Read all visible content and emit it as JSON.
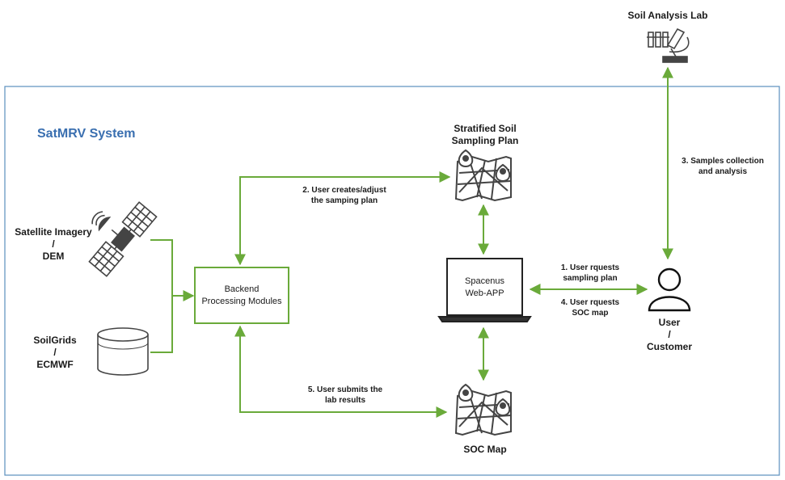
{
  "system": {
    "title": "SatMRV System",
    "title_color": "#3a6fb0"
  },
  "colors": {
    "arrow": "#6aaa3a",
    "frame": "#5b8fbf",
    "icon": "#444444"
  },
  "nodes": {
    "lab": {
      "label": "Soil Analysis Lab",
      "icon": "microscope-icon"
    },
    "plan": {
      "label_line1": "Stratified Soil",
      "label_line2": "Sampling Plan",
      "icon": "map-icon"
    },
    "satellite": {
      "line1": "Satellite Imagery",
      "line2": "/",
      "line3": "DEM",
      "icon": "satellite-icon"
    },
    "soilgrids": {
      "line1": "SoilGrids",
      "line2": "/",
      "line3": "ECMWF",
      "icon": "database-icon"
    },
    "backend": {
      "line1": "Backend",
      "line2": "Processing Modules"
    },
    "webapp": {
      "line1": "Spacenus",
      "line2": "Web-APP",
      "icon": "laptop-icon"
    },
    "user": {
      "line1": "User",
      "line2": "/",
      "line3": "Customer",
      "icon": "user-icon"
    },
    "soc": {
      "label": "SOC Map",
      "icon": "map-icon"
    }
  },
  "edges": {
    "step1": {
      "line1": "1. User rquests",
      "line2": "sampling plan"
    },
    "step2": {
      "line1": "2. User creates/adjust",
      "line2": "the samping plan"
    },
    "step3": {
      "line1": "3. Samples collection",
      "line2": "and analysis"
    },
    "step4": {
      "line1": "4. User rquests",
      "line2": "SOC map"
    },
    "step5": {
      "line1": "5. User submits the",
      "line2": "lab results"
    }
  }
}
